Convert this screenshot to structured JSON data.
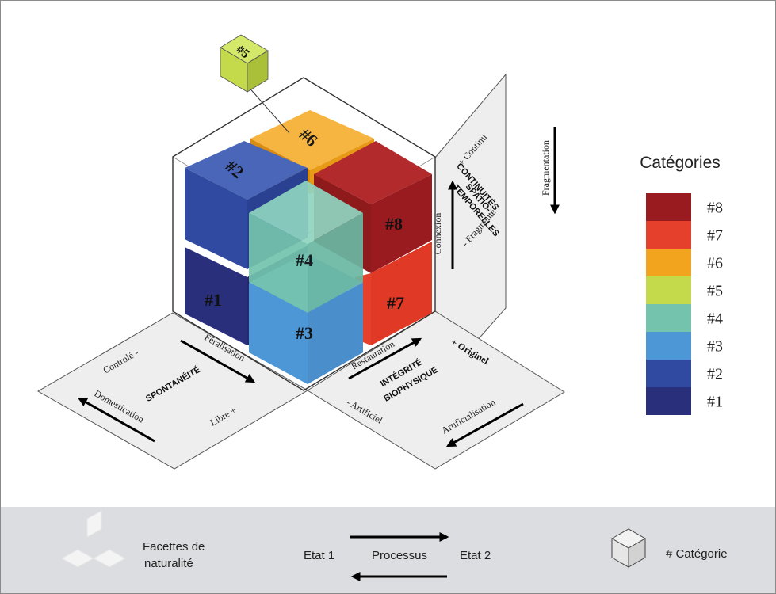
{
  "cubes": {
    "c1": {
      "label": "#1",
      "color": "#2a2f7c"
    },
    "c2": {
      "label": "#2",
      "color": "#2f4aa0"
    },
    "c3": {
      "label": "#3",
      "color": "#4e97d6"
    },
    "c4": {
      "label": "#4",
      "color": "#74c4ad"
    },
    "c5": {
      "label": "#5",
      "color": "#c4da4a"
    },
    "c6": {
      "label": "#6",
      "color": "#f2a41e"
    },
    "c7": {
      "label": "#7",
      "color": "#e4402b"
    },
    "c8": {
      "label": "#8",
      "color": "#9a1b1f"
    }
  },
  "panels": {
    "left": {
      "title": "SPONTANÉITÉ",
      "top_label": "Controlé -",
      "bottom_label": "Libre +",
      "arrow_forward": "Féralisation",
      "arrow_backward": "Domestication"
    },
    "right": {
      "title_line1": "INTÉGRITÉ",
      "title_line2": "BIOPHYSIQUE",
      "top_label": "+ Originel",
      "bottom_label": "- Artificiel",
      "arrow_forward": "Restauration",
      "arrow_backward": "Artificialisation"
    },
    "back": {
      "title_line1": "CONTINUITÉS",
      "title_line2": "SPATIO-",
      "title_line3": "TEMPORELLES",
      "top_label": "+ Continu",
      "bottom_label": "- Fragmenté",
      "arrow_up": "Connexion",
      "arrow_down": "Fragmentation"
    }
  },
  "legend": {
    "title": "Catégories",
    "items": [
      {
        "label": "#8",
        "color": "#9a1b1f"
      },
      {
        "label": "#7",
        "color": "#e4402b"
      },
      {
        "label": "#6",
        "color": "#f2a41e"
      },
      {
        "label": "#5",
        "color": "#c4da4a"
      },
      {
        "label": "#4",
        "color": "#74c4ad"
      },
      {
        "label": "#3",
        "color": "#4e97d6"
      },
      {
        "label": "#2",
        "color": "#2f4aa0"
      },
      {
        "label": "#1",
        "color": "#2a2f7c"
      }
    ]
  },
  "footer": {
    "facets_line1": "Facettes de",
    "facets_line2": "naturalité",
    "state1": "Etat 1",
    "process": "Processus",
    "state2": "Etat 2",
    "category": "# Catégorie"
  }
}
